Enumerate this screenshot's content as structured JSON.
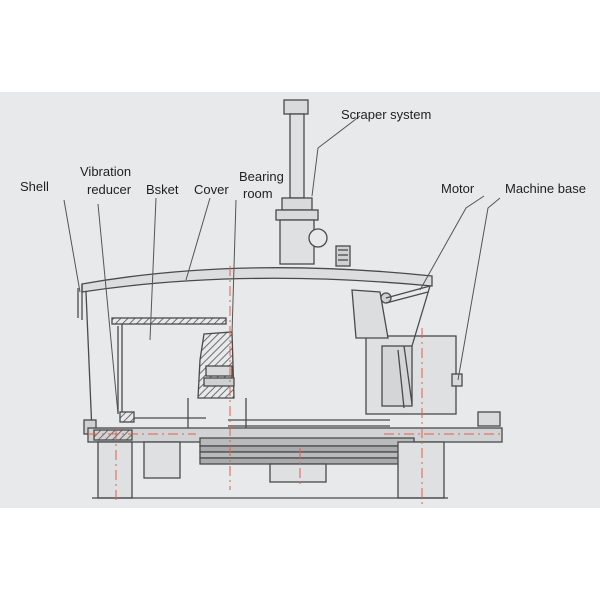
{
  "labels": {
    "scraper_system": "Scraper system",
    "shell": "Shell",
    "vibration_reducer_line1": "Vibration",
    "vibration_reducer_line2": "reducer",
    "basket": "Bsket",
    "cover": "Cover",
    "bearing_room_line1": "Bearing",
    "bearing_room_line2": "room",
    "motor": "Motor",
    "machine_base": "Machine base"
  },
  "colors": {
    "panel_background": "#e8e9eb",
    "line": "#4a4a4a",
    "centerline": "#e06050",
    "part_fill": "#d9dadc",
    "hatch_dark": "#6e6e6e"
  }
}
